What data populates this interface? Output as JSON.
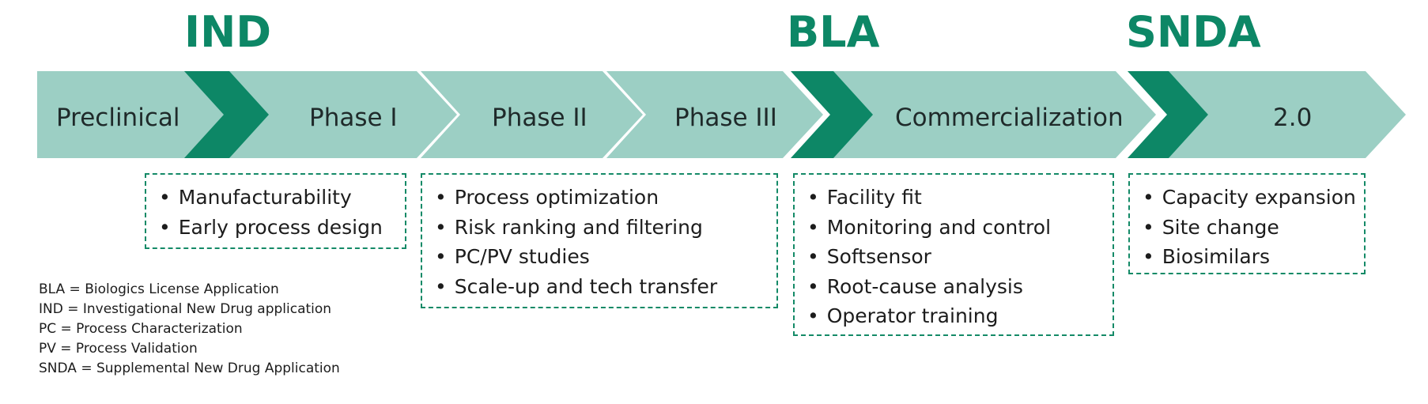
{
  "colors": {
    "light_band": "#9ccfc4",
    "dark_accent": "#0d8766",
    "box_border": "#148a67"
  },
  "milestones": [
    "IND",
    "BLA",
    "SNDA"
  ],
  "phases": [
    "Preclinical",
    "Phase I",
    "Phase II",
    "Phase III",
    "Commercialization",
    "2.0"
  ],
  "boxes": [
    {
      "items": [
        "Manufacturability",
        "Early process design"
      ]
    },
    {
      "items": [
        "Process optimization",
        "Risk ranking and filtering",
        "PC/PV studies",
        "Scale-up and tech transfer"
      ]
    },
    {
      "items": [
        "Facility fit",
        "Monitoring and control",
        "Softsensor",
        "Root-cause analysis",
        "Operator training"
      ]
    },
    {
      "items": [
        "Capacity expansion",
        "Site change",
        "Biosimilars"
      ]
    }
  ],
  "glossary": [
    "BLA = Biologics License Application",
    "IND = Investigational New Drug application",
    "PC = Process Characterization",
    "PV = Process Validation",
    "SNDA = Supplemental New Drug Application"
  ]
}
